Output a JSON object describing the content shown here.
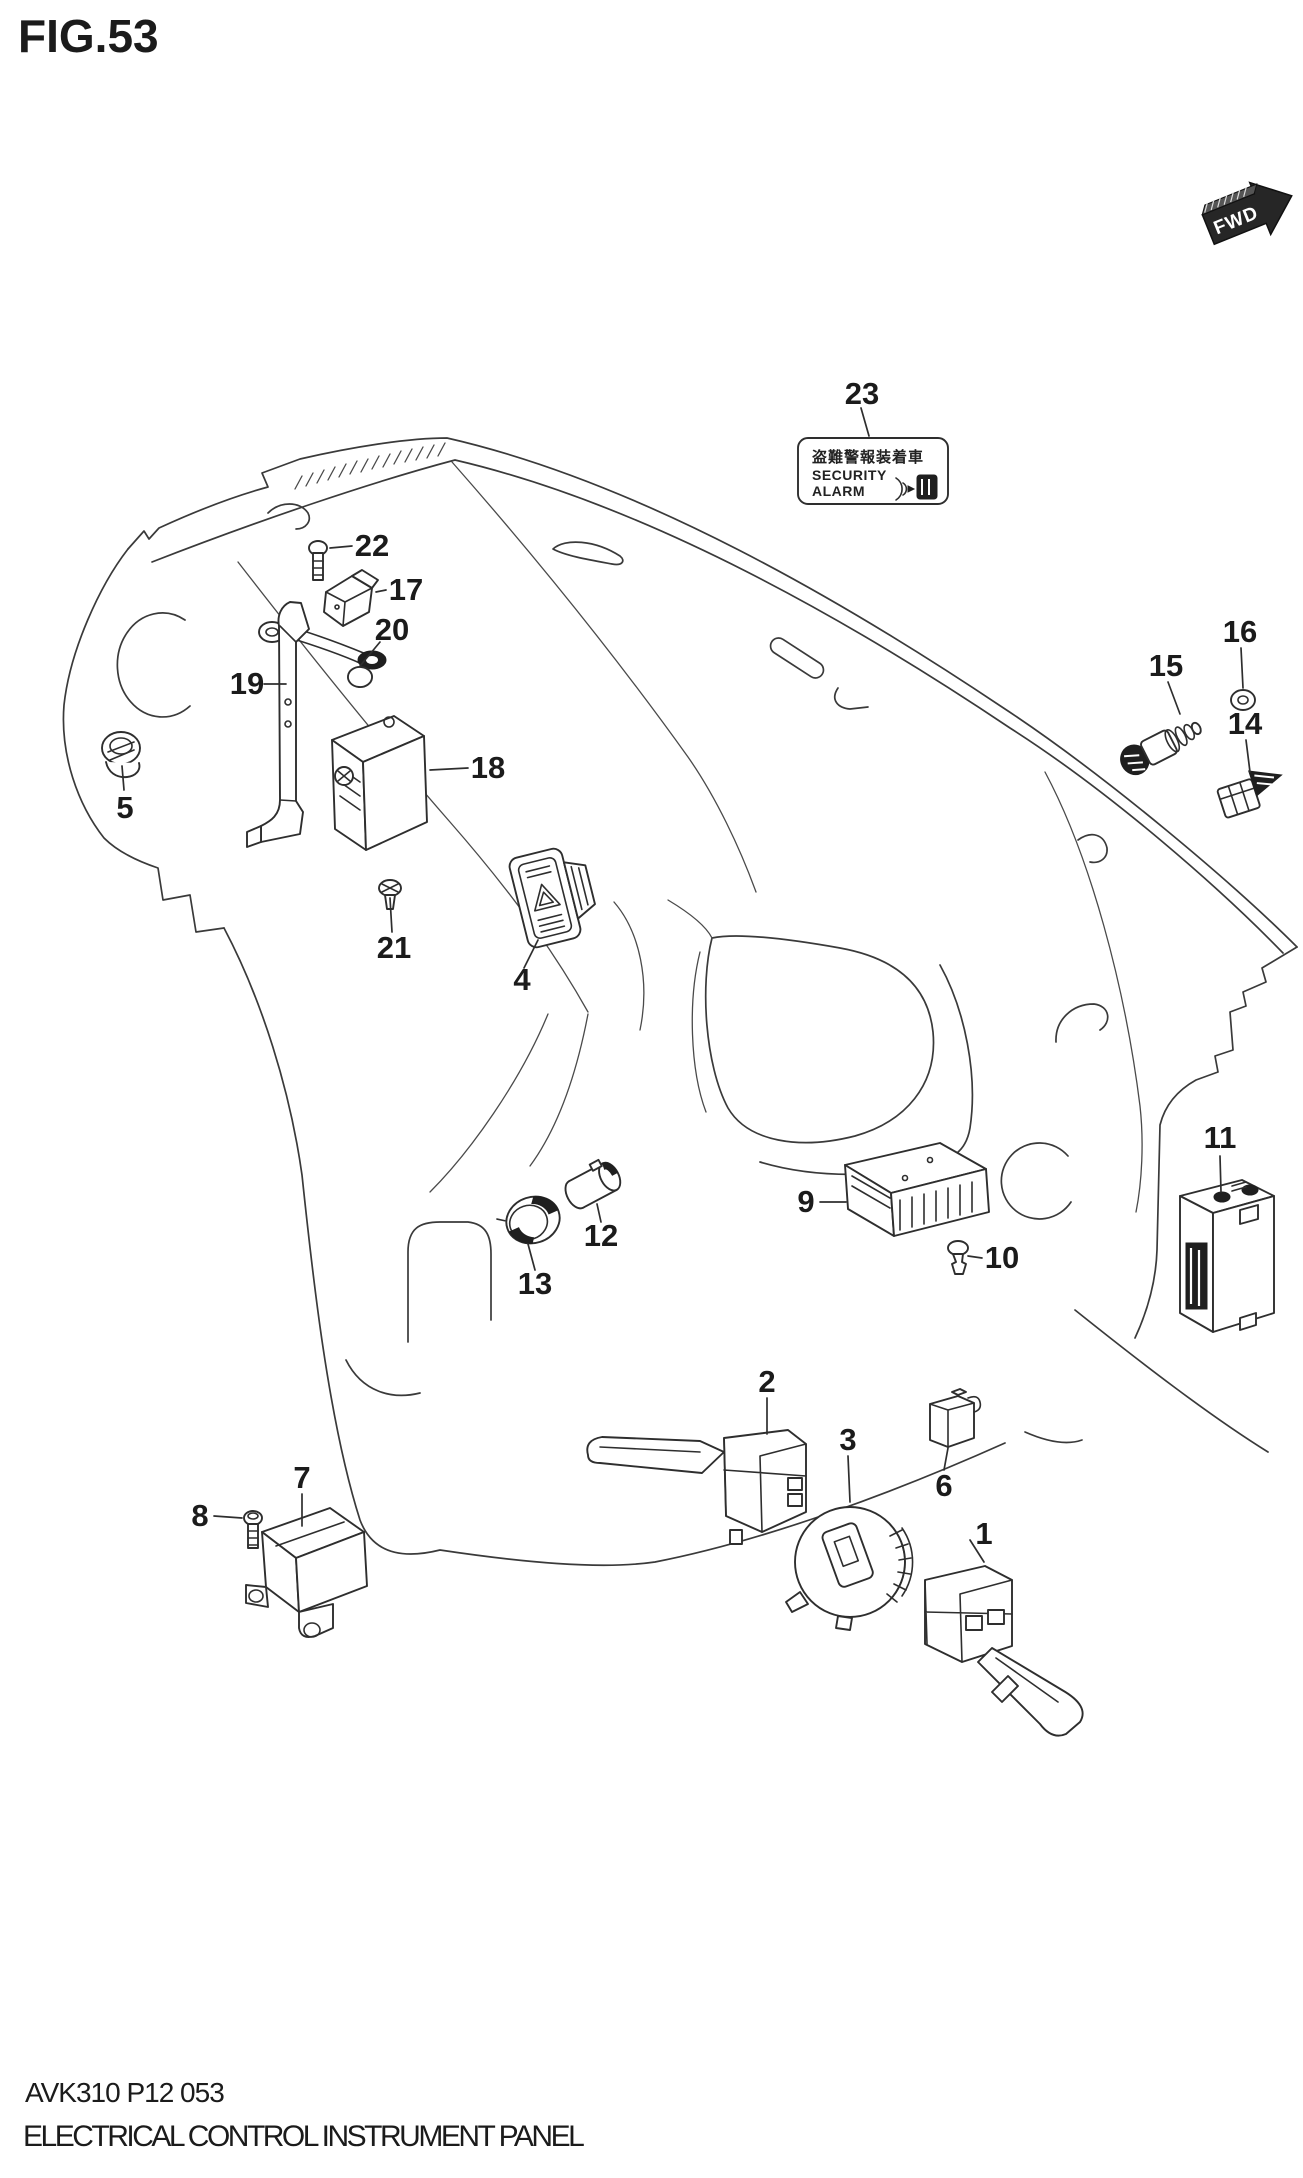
{
  "figure": {
    "title": "FIG.53",
    "fwd_label": "FWD"
  },
  "security_label": {
    "jp": "盗難警報装着車",
    "line1": "SECURITY",
    "line2": "ALARM"
  },
  "footer": {
    "code": "AVK310 P12 053",
    "caption": "ELECTRICAL CONTROL INSTRUMENT PANEL"
  },
  "callouts": [
    {
      "num": "1"
    },
    {
      "num": "2"
    },
    {
      "num": "3"
    },
    {
      "num": "4"
    },
    {
      "num": "5"
    },
    {
      "num": "6"
    },
    {
      "num": "7"
    },
    {
      "num": "8"
    },
    {
      "num": "9"
    },
    {
      "num": "10"
    },
    {
      "num": "11"
    },
    {
      "num": "12"
    },
    {
      "num": "13"
    },
    {
      "num": "14"
    },
    {
      "num": "15"
    },
    {
      "num": "16"
    },
    {
      "num": "17"
    },
    {
      "num": "18"
    },
    {
      "num": "19"
    },
    {
      "num": "20"
    },
    {
      "num": "21"
    },
    {
      "num": "22"
    },
    {
      "num": "23"
    }
  ]
}
